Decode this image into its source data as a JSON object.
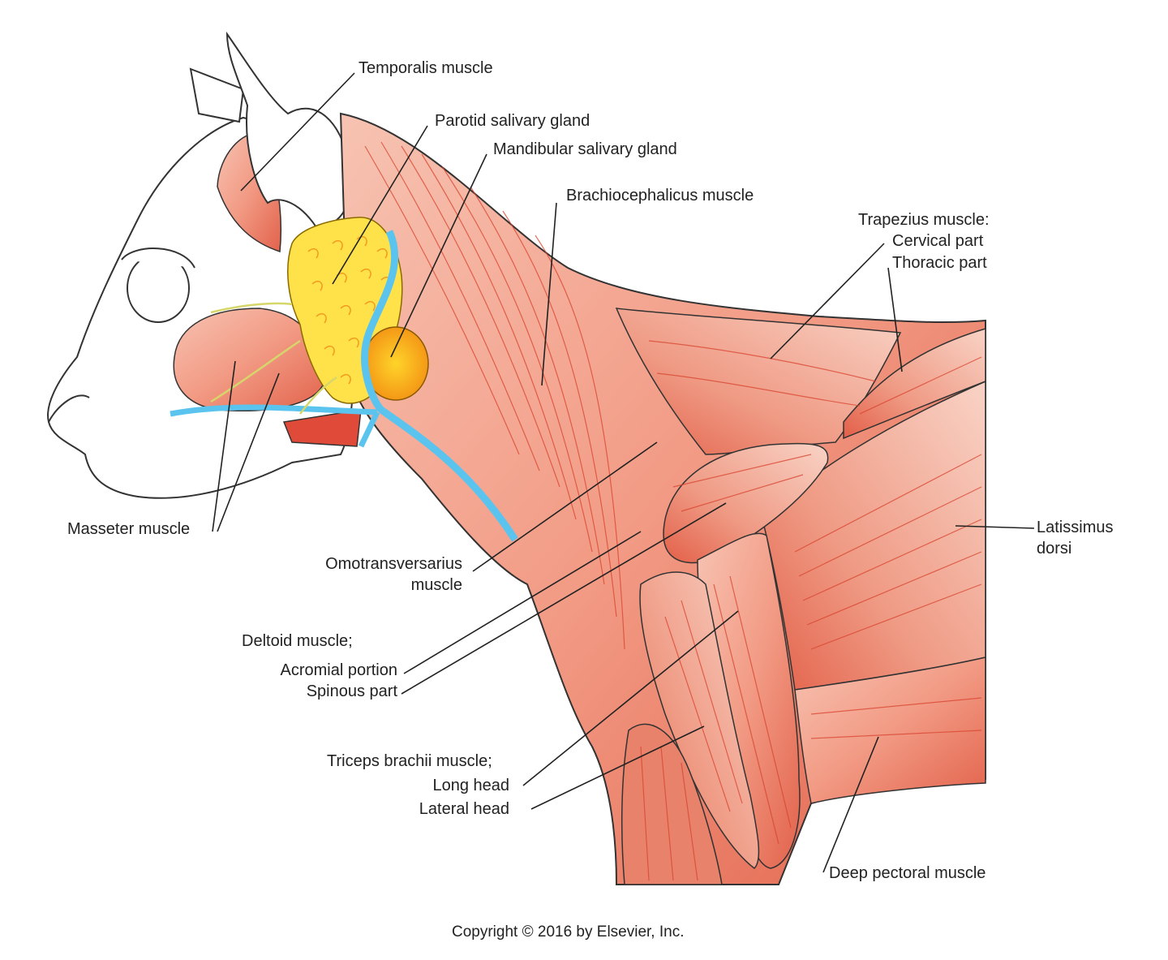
{
  "labels": {
    "temporalis": "Temporalis muscle",
    "parotid": "Parotid salivary gland",
    "mandibular": "Mandibular salivary gland",
    "brachiocephalicus": "Brachiocephalicus muscle",
    "trapezius_title": "Trapezius muscle:",
    "trapezius_cervical": "Cervical part",
    "trapezius_thoracic": "Thoracic part",
    "latissimus_1": "Latissimus",
    "latissimus_2": "dorsi",
    "masseter": "Masseter muscle",
    "omotransversarius_1": "Omotransversarius",
    "omotransversarius_2": "muscle",
    "deltoid_title": "Deltoid muscle;",
    "deltoid_acromial": "Acromial portion",
    "deltoid_spinous": "Spinous part",
    "triceps_title": "Triceps brachii muscle;",
    "triceps_long": "Long head",
    "triceps_lateral": "Lateral head",
    "deep_pectoral": "Deep pectoral muscle"
  },
  "copyright": "Copyright © 2016 by Elsevier, Inc.",
  "colors": {
    "muscle": "#f2a48e",
    "muscle_dark": "#e0614a",
    "fiber": "#d8432e",
    "gland": "#ffe14a",
    "gland_dark": "#f5a31d",
    "vein": "#5bc4ee",
    "outline": "#333333"
  }
}
